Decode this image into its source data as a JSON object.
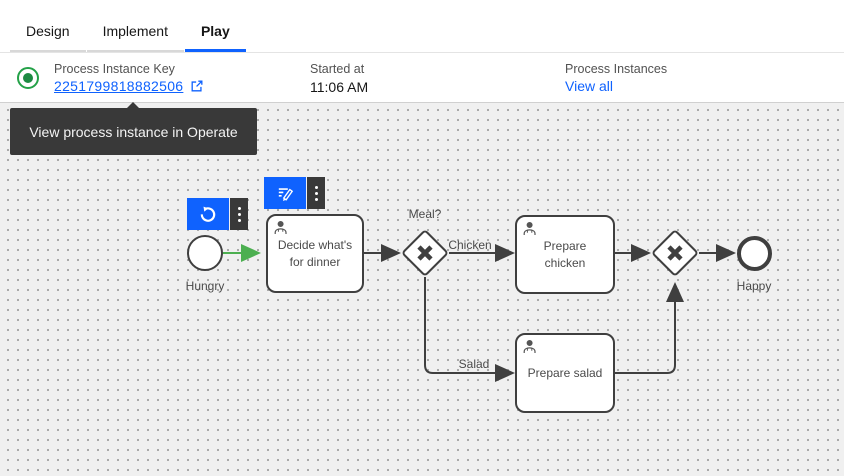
{
  "tabs": {
    "design": "Design",
    "implement": "Implement",
    "play": "Play"
  },
  "instance_bar": {
    "key_label": "Process Instance Key",
    "key_value": "2251799818882506",
    "started_label": "Started at",
    "started_value": "11:06 AM",
    "instances_label": "Process Instances",
    "instances_link": "View all"
  },
  "tooltip": {
    "text": "View process instance in Operate"
  },
  "diagram": {
    "start_event": {
      "label": "Hungry"
    },
    "task_decide": {
      "label": "Decide what's for dinner"
    },
    "gateway_split": {
      "label": "Meal?"
    },
    "flow_chicken": {
      "label": "Chicken"
    },
    "flow_salad": {
      "label": "Salad"
    },
    "task_chicken": {
      "label": "Prepare chicken"
    },
    "task_salad": {
      "label": "Prepare salad"
    },
    "end_event": {
      "label": "Happy"
    }
  },
  "colors": {
    "accent_blue": "#0f62fe",
    "menu_dark": "#393939",
    "flow_green": "#4caf50",
    "status_green": "#24a148"
  }
}
